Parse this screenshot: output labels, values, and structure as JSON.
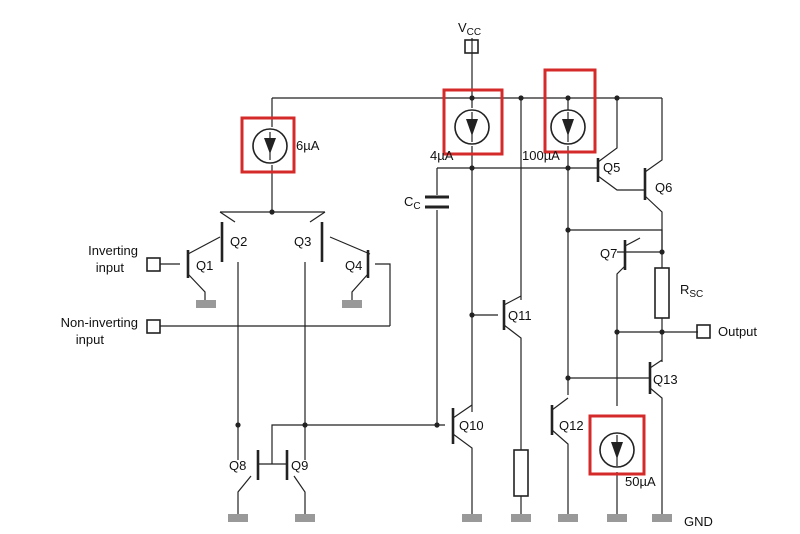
{
  "labels": {
    "vcc_main": "V",
    "vcc_sub": "CC",
    "cc_main": "C",
    "cc_sub": "C",
    "rsc_main": "R",
    "rsc_sub": "SC",
    "inverting_line1": "Inverting",
    "inverting_line2": "input",
    "noninverting_line1": "Non-inverting",
    "noninverting_line2": "input",
    "output": "Output",
    "gnd": "GND"
  },
  "current_sources": {
    "cs_6ua": "6µA",
    "cs_4ua": "4µA",
    "cs_100ua": "100µA",
    "cs_50ua": "50µA"
  },
  "transistors": {
    "q1": "Q1",
    "q2": "Q2",
    "q3": "Q3",
    "q4": "Q4",
    "q5": "Q5",
    "q6": "Q6",
    "q7": "Q7",
    "q8": "Q8",
    "q9": "Q9",
    "q10": "Q10",
    "q11": "Q11",
    "q12": "Q12",
    "q13": "Q13"
  },
  "colors": {
    "wire": "#222222",
    "highlight": "#d42a2a",
    "ground": "#999999"
  }
}
